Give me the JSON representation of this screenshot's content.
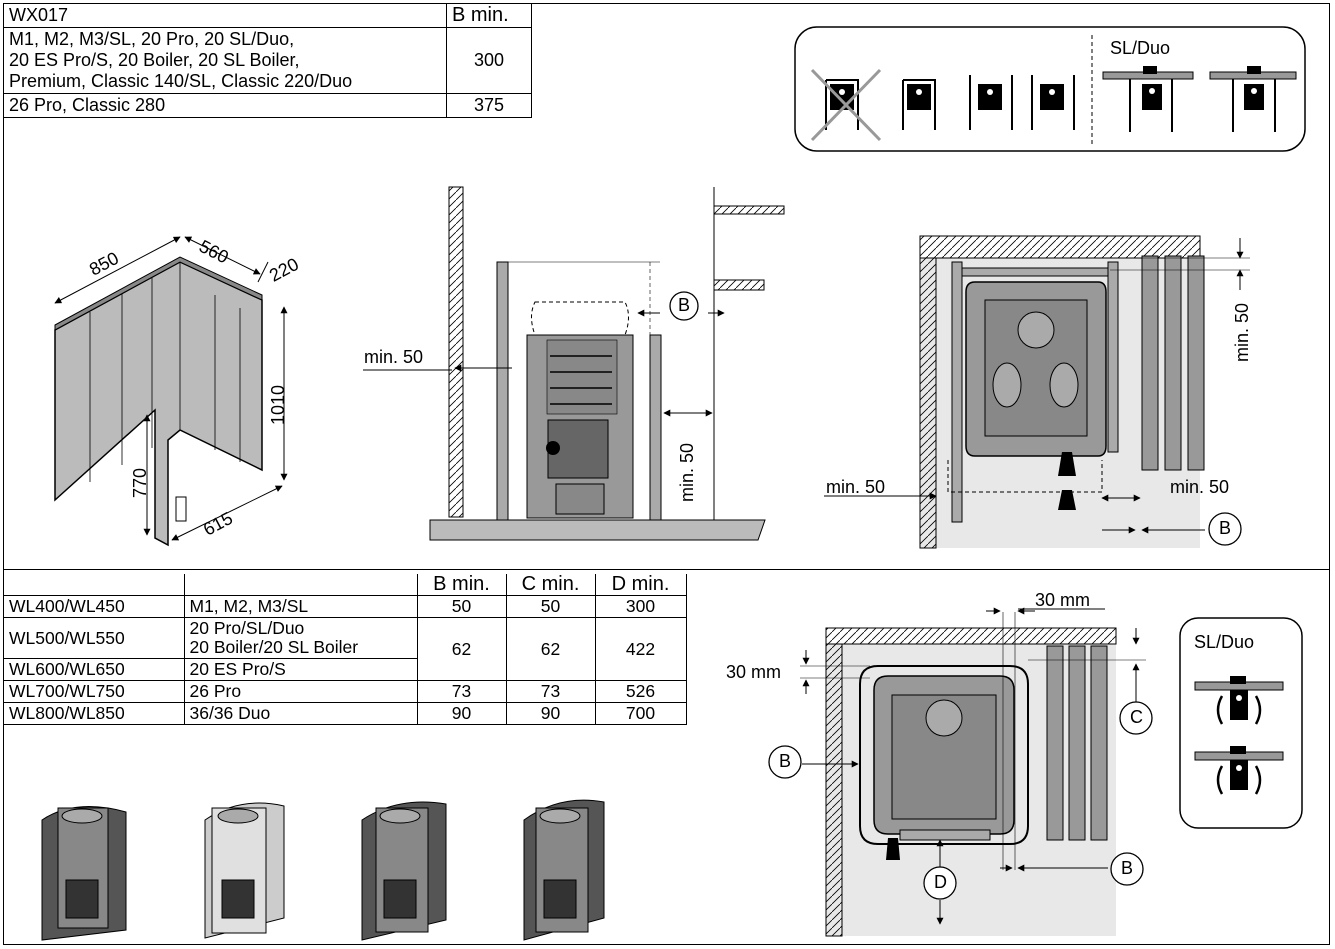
{
  "table_wx017": {
    "header": [
      "WX017",
      "B min."
    ],
    "rows": [
      {
        "models": [
          "M1, M2, M3/SL, 20 Pro, 20 SL/Duo,",
          "20 ES Pro/S, 20 Boiler, 20 SL Boiler,",
          "Premium, Classic 140/SL, Classic 220/Duo"
        ],
        "b_min": "300"
      },
      {
        "models": [
          "26 Pro, Classic 280"
        ],
        "b_min": "375"
      }
    ]
  },
  "legend_top": {
    "sl_duo_label": "SL/Duo"
  },
  "iso_dims": {
    "width_a": "850",
    "width_b": "560",
    "depth": "220",
    "height": "1010",
    "door_height": "770",
    "door_width": "615"
  },
  "front_view": {
    "min_left": "min. 50",
    "b_marker": "B",
    "min_right": "min. 50"
  },
  "top_view_1": {
    "min_top": "min. 50",
    "min_left": "min. 50",
    "min_right": "min. 50",
    "b_marker": "B"
  },
  "table_wl": {
    "header": [
      "",
      "",
      "B min.",
      "C min.",
      "D min."
    ],
    "rows": [
      {
        "code": "WL400/WL450",
        "models": [
          "M1, M2, M3/SL"
        ],
        "b": "50",
        "c": "50",
        "d": "300"
      },
      {
        "code": "WL500/WL550",
        "models": [
          "20 Pro/SL/Duo",
          "20 Boiler/20 SL Boiler"
        ],
        "b": "62",
        "c": "62",
        "d": "422"
      },
      {
        "code": "WL600/WL650",
        "models": [
          "20 ES Pro/S"
        ],
        "b": "",
        "c": "",
        "d": ""
      },
      {
        "code": "WL700/WL750",
        "models": [
          "26 Pro"
        ],
        "b": "73",
        "c": "73",
        "d": "526"
      },
      {
        "code": "WL800/WL850",
        "models": [
          "36/36 Duo"
        ],
        "b": "90",
        "c": "90",
        "d": "700"
      }
    ]
  },
  "top_view_2": {
    "mm_top": "30 mm",
    "mm_left": "30 mm",
    "b_left": "B",
    "c_marker": "C",
    "d_marker": "D",
    "b_right": "B"
  },
  "legend_bottom": {
    "sl_duo_label": "SL/Duo"
  }
}
